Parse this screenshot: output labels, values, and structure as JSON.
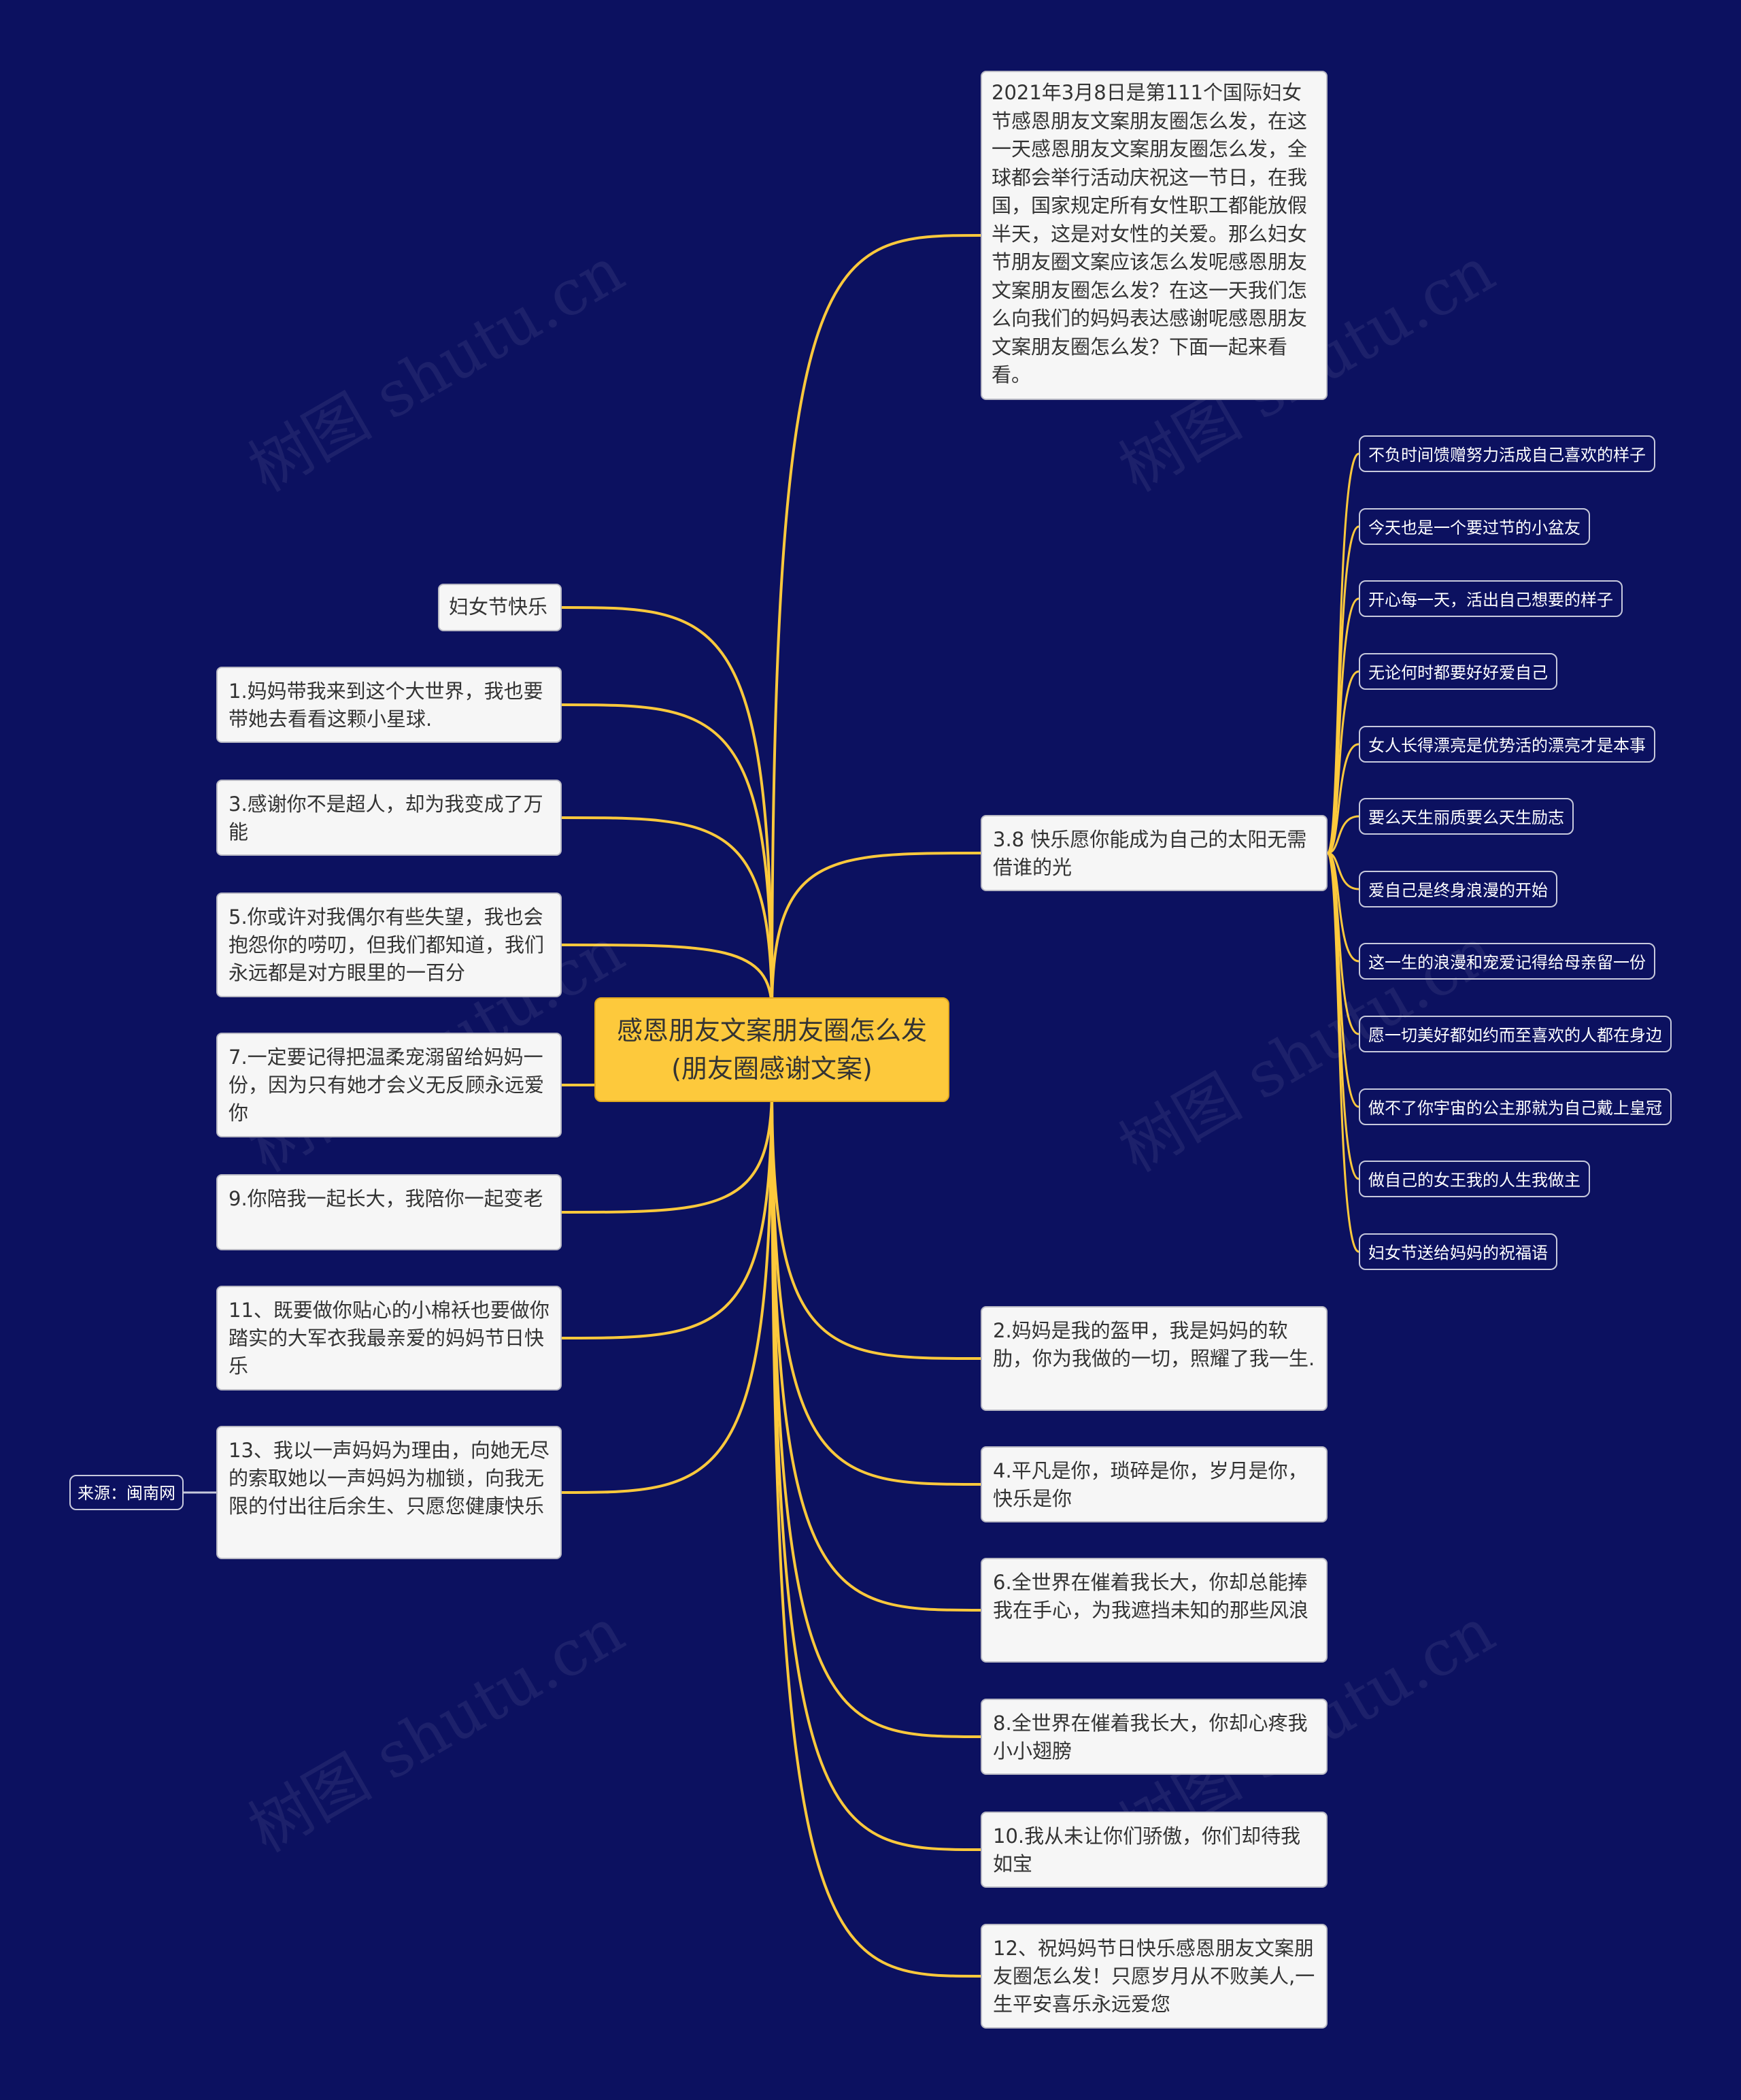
{
  "colors": {
    "background": "#0c1160",
    "connector": "#fdc93c",
    "root_fill": "#fdc93c",
    "node_fill": "#f6f6f6",
    "leaf_border": "#c7c9dc"
  },
  "watermark": "树图 shutu.cn",
  "root": {
    "title": "感恩朋友文案朋友圈怎么发(朋友圈感谢文案)"
  },
  "right_branches": {
    "intro": "2021年3月8日是第111个国际妇女节感恩朋友文案朋友圈怎么发，在这一天感恩朋友文案朋友圈怎么发，全球都会举行活动庆祝这一节日，在我国，国家规定所有女性职工都能放假半天，这是对女性的关爱。那么妇女节朋友圈文案应该怎么发呢感恩朋友文案朋友圈怎么发？在这一天我们怎么向我们的妈妈表达感谢呢感恩朋友文案朋友圈怎么发？下面一起来看看。",
    "sun": "3.8 快乐愿你能成为自己的太阳无需借谁的光",
    "items": [
      "2.妈妈是我的盔甲，我是妈妈的软肋，你为我做的一切，照耀了我一生.",
      "4.平凡是你，琐碎是你，岁月是你，快乐是你",
      "6.全世界在催着我长大，你却总能捧我在手心，为我遮挡未知的那些风浪",
      "8.全世界在催着我长大，你却心疼我小小翅膀",
      "10.我从未让你们骄傲，你们却待我如宝",
      "12、祝妈妈节日快乐感恩朋友文案朋友圈怎么发！只愿岁月从不败美人,一生平安喜乐永远爱您"
    ]
  },
  "sun_children": [
    "不负时间馈赠努力活成自己喜欢的样子",
    "今天也是一个要过节的小盆友",
    "开心每一天，活出自己想要的样子",
    "无论何时都要好好爱自己",
    "女人长得漂亮是优势活的漂亮才是本事",
    "要么天生丽质要么天生励志",
    "爱自己是终身浪漫的开始",
    "这一生的浪漫和宠爱记得给母亲留一份",
    "愿一切美好都如约而至喜欢的人都在身边",
    "做不了你宇宙的公主那就为自己戴上皇冠",
    "做自己的女王我的人生我做主",
    "妇女节送给妈妈的祝福语"
  ],
  "left_branches": [
    "妇女节快乐",
    "1.妈妈带我来到这个大世界，我也要带她去看看这颗小星球.",
    "3.感谢你不是超人，却为我变成了万能",
    "5.你或许对我偶尔有些失望，我也会抱怨你的唠叨，但我们都知道，我们永远都是对方眼里的一百分",
    "7.一定要记得把温柔宠溺留给妈妈一份，因为只有她才会义无反顾永远爱你",
    "9.你陪我一起长大，我陪你一起变老",
    "11、既要做你贴心的小棉袄也要做你踏实的大军衣我最亲爱的妈妈节日快乐",
    "13、我以一声妈妈为理由，向她无尽的索取她以一声妈妈为枷锁，向我无限的付出往后余生、只愿您健康快乐"
  ],
  "source_label": "来源：闽南网"
}
